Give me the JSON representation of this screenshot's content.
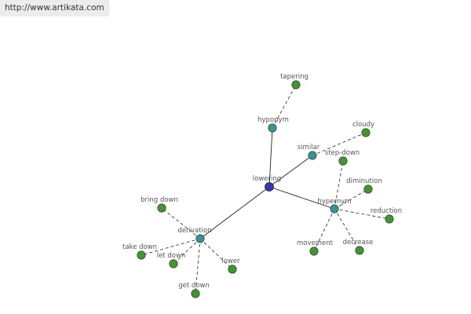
{
  "banner": {
    "url": "http://www.artikata.com"
  },
  "colors": {
    "center": "#3a3a9c",
    "relation": "#3f8f8f",
    "leaf": "#4a8f3a",
    "edge": "#222222"
  },
  "graph": {
    "nodes": [
      {
        "id": "lowering",
        "label": "lowering",
        "kind": "center"
      },
      {
        "id": "hyponym",
        "label": "hyponym",
        "kind": "relation"
      },
      {
        "id": "similar",
        "label": "similar",
        "kind": "relation"
      },
      {
        "id": "hypernym",
        "label": "hypernym",
        "kind": "relation"
      },
      {
        "id": "derivation",
        "label": "derivation",
        "kind": "relation"
      },
      {
        "id": "tapering",
        "label": "tapering",
        "kind": "leaf"
      },
      {
        "id": "cloudy",
        "label": "cloudy",
        "kind": "leaf"
      },
      {
        "id": "step-down",
        "label": "step-down",
        "kind": "leaf"
      },
      {
        "id": "diminution",
        "label": "diminution",
        "kind": "leaf"
      },
      {
        "id": "reduction",
        "label": "reduction",
        "kind": "leaf"
      },
      {
        "id": "decrease",
        "label": "decrease",
        "kind": "leaf"
      },
      {
        "id": "movement",
        "label": "movement",
        "kind": "leaf"
      },
      {
        "id": "bring-down",
        "label": "bring down",
        "kind": "leaf"
      },
      {
        "id": "take-down",
        "label": "take down",
        "kind": "leaf"
      },
      {
        "id": "let-down",
        "label": "let down",
        "kind": "leaf"
      },
      {
        "id": "lower",
        "label": "lower",
        "kind": "leaf"
      },
      {
        "id": "get-down",
        "label": "get down",
        "kind": "leaf"
      }
    ],
    "edges": [
      {
        "from": "lowering",
        "to": "hyponym",
        "style": "solid"
      },
      {
        "from": "lowering",
        "to": "similar",
        "style": "solid"
      },
      {
        "from": "lowering",
        "to": "hypernym",
        "style": "solid"
      },
      {
        "from": "lowering",
        "to": "derivation",
        "style": "solid"
      },
      {
        "from": "hyponym",
        "to": "tapering",
        "style": "dashed"
      },
      {
        "from": "similar",
        "to": "cloudy",
        "style": "dashed"
      },
      {
        "from": "hypernym",
        "to": "step-down",
        "style": "dashed"
      },
      {
        "from": "hypernym",
        "to": "diminution",
        "style": "dashed"
      },
      {
        "from": "hypernym",
        "to": "reduction",
        "style": "dashed"
      },
      {
        "from": "hypernym",
        "to": "decrease",
        "style": "dashed"
      },
      {
        "from": "hypernym",
        "to": "movement",
        "style": "dashed"
      },
      {
        "from": "derivation",
        "to": "bring-down",
        "style": "dashed"
      },
      {
        "from": "derivation",
        "to": "take-down",
        "style": "dashed"
      },
      {
        "from": "derivation",
        "to": "let-down",
        "style": "dashed"
      },
      {
        "from": "derivation",
        "to": "lower",
        "style": "dashed"
      },
      {
        "from": "derivation",
        "to": "get-down",
        "style": "dashed"
      }
    ]
  }
}
